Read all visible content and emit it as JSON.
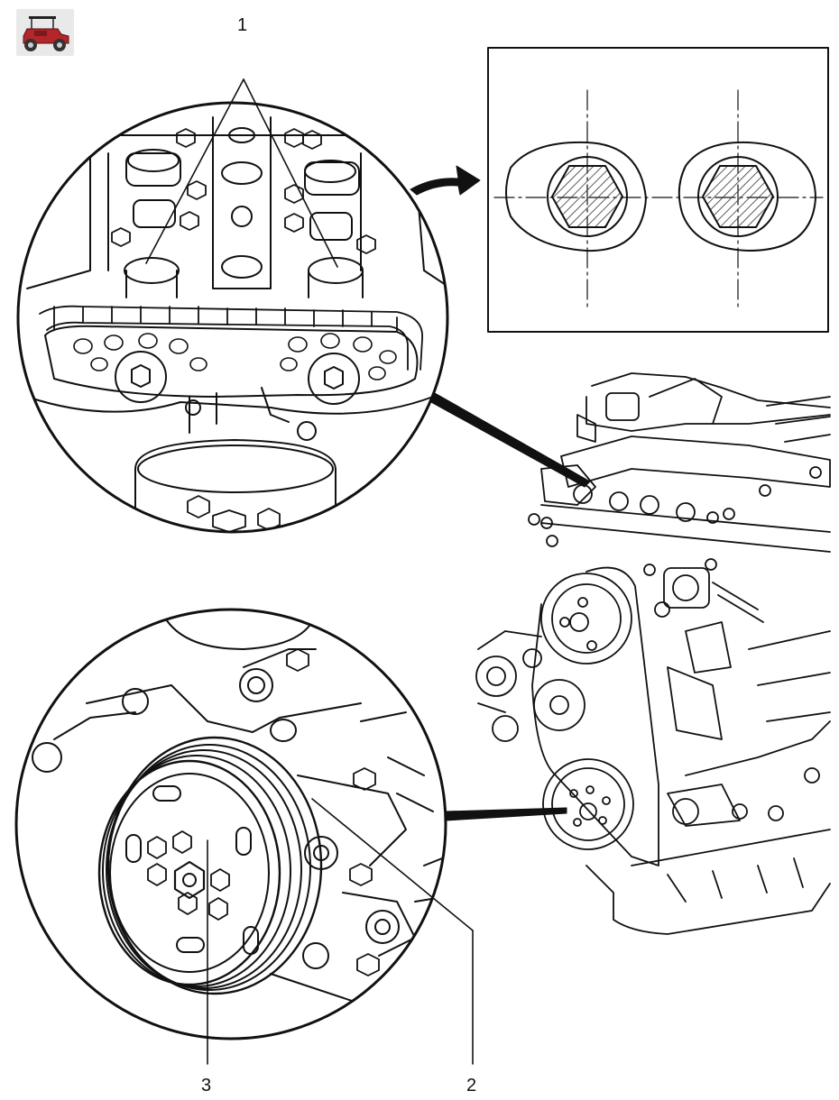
{
  "callouts": [
    {
      "id": "1",
      "label": "1"
    },
    {
      "id": "2",
      "label": "2"
    },
    {
      "id": "3",
      "label": "3"
    }
  ],
  "colors": {
    "ink": "#111111",
    "paper": "#ffffff",
    "hatch": "#333333",
    "logo_body": "#b3262a",
    "logo_bg": "#e9e9e9"
  },
  "icons": [
    "vintage-car-logo-icon",
    "pointer-arrow-icon"
  ]
}
